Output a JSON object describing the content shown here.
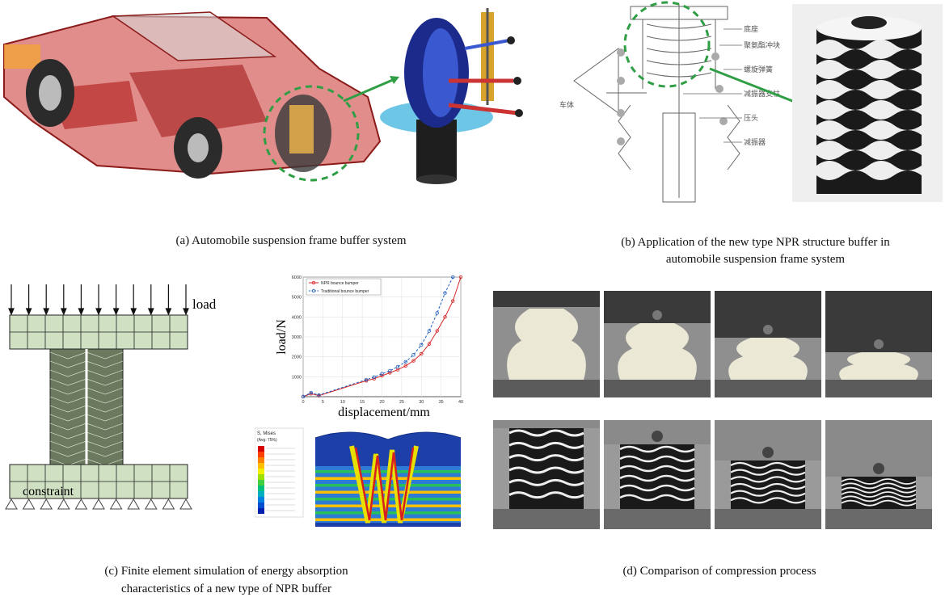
{
  "captions": {
    "a": "(a) Automobile suspension frame buffer system",
    "b_line1": "(b) Application of the new type NPR structure buffer in",
    "b_line2": "automobile suspension frame system",
    "c_line1": "(c) Finite element simulation of energy absorption",
    "c_line2": "characteristics of a new type of NPR buffer",
    "d": "(d) Comparison of compression process"
  },
  "panel_b_labels": [
    "底座",
    "聚氨酯冲块",
    "螺旋弹簧",
    "减振器支柱",
    "压头",
    "减振器"
  ],
  "panel_b_left_label": "车体",
  "panel_c": {
    "load_label": "load",
    "constraint_label": "constraint",
    "contour_title": "S, Mises",
    "contour_subtitle": "(Avg: 75%)"
  },
  "chart_data": {
    "type": "line",
    "xlabel": "displacement/mm",
    "ylabel": "load/N",
    "xlim": [
      0,
      40
    ],
    "ylim": [
      0,
      6000
    ],
    "xticks": [
      0,
      5,
      10,
      15,
      20,
      25,
      30,
      35,
      40
    ],
    "yticks": [
      1000,
      2000,
      3000,
      4000,
      5000,
      6000
    ],
    "grid": true,
    "legend": "top-left",
    "series": [
      {
        "name": "NPR bounce bumper",
        "color": "#d62728",
        "x": [
          0,
          2,
          4,
          16,
          18,
          20,
          22,
          24,
          26,
          28,
          30,
          32,
          34,
          36,
          38,
          40
        ],
        "y": [
          0,
          150,
          50,
          800,
          900,
          1050,
          1200,
          1350,
          1550,
          1800,
          2150,
          2650,
          3300,
          4000,
          4800,
          6000
        ]
      },
      {
        "name": "Traditional bounce bumper",
        "color": "#1f5fbf",
        "x": [
          0,
          2,
          4,
          16,
          18,
          20,
          22,
          24,
          26,
          28,
          30,
          32,
          34,
          36,
          38
        ],
        "y": [
          0,
          200,
          80,
          850,
          980,
          1150,
          1300,
          1500,
          1750,
          2100,
          2600,
          3300,
          4200,
          5200,
          6000
        ]
      }
    ]
  }
}
